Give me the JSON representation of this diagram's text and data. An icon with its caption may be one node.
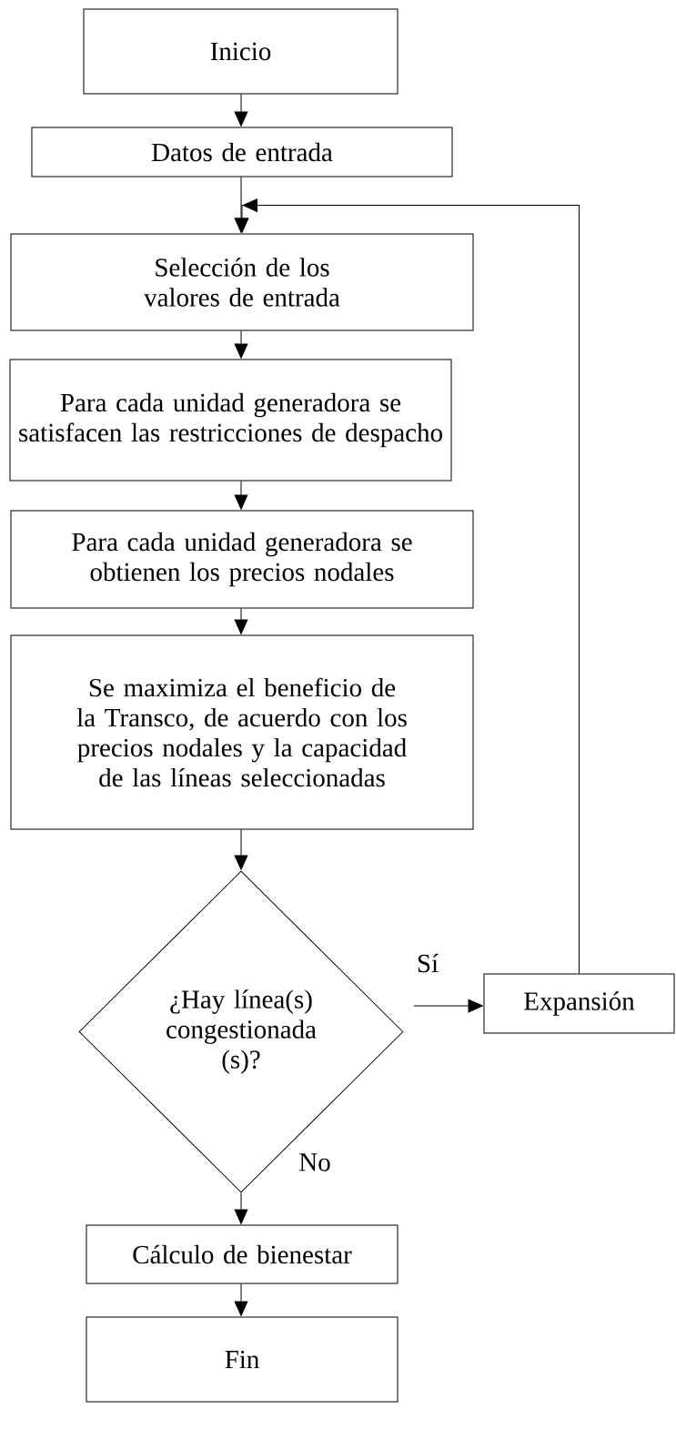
{
  "diagram": {
    "nodes": [
      {
        "text": [
          "Inicio"
        ]
      },
      {
        "text": [
          "Datos de entrada"
        ]
      },
      {
        "text": [
          "Selección de los valores de entrada"
        ]
      },
      {
        "text": [
          "Para cada unidad generadora se satisfacen las restricciones de despacho"
        ]
      },
      {
        "text": [
          "Para cada unidad generadora se obtienen los precios nodales"
        ]
      },
      {
        "text": [
          "Se maximiza el beneficio de la Transco, de acuerdo con los precios nodales y la capacidad de las líneas seleccionadas"
        ]
      },
      {
        "text": [
          "¿Hay línea(s) congestionada (s)?"
        ]
      },
      {
        "text": [
          "Expansión"
        ]
      },
      {
        "text": [
          "Cálculo de bienestar"
        ]
      },
      {
        "text": [
          "Fin"
        ]
      }
    ],
    "edges": [
      {
        "from": 0,
        "to": 1,
        "arrow": "to"
      },
      {
        "from": 1,
        "to": 2,
        "arrow": "to"
      },
      {
        "from": 2,
        "to": 3,
        "arrow": "to"
      },
      {
        "from": 3,
        "to": 4,
        "arrow": "to"
      },
      {
        "from": 4,
        "to": 5,
        "arrow": "to"
      },
      {
        "from": 5,
        "to": 6,
        "arrow": "to"
      },
      {
        "from": 6,
        "to": 7,
        "arrow": "to",
        "label": "Sí"
      },
      {
        "from": 7,
        "to": 2,
        "arrow": "to"
      },
      {
        "from": 6,
        "to": 8,
        "arrow": "to",
        "label": "No"
      },
      {
        "from": 8,
        "to": 9,
        "arrow": "to"
      }
    ]
  }
}
